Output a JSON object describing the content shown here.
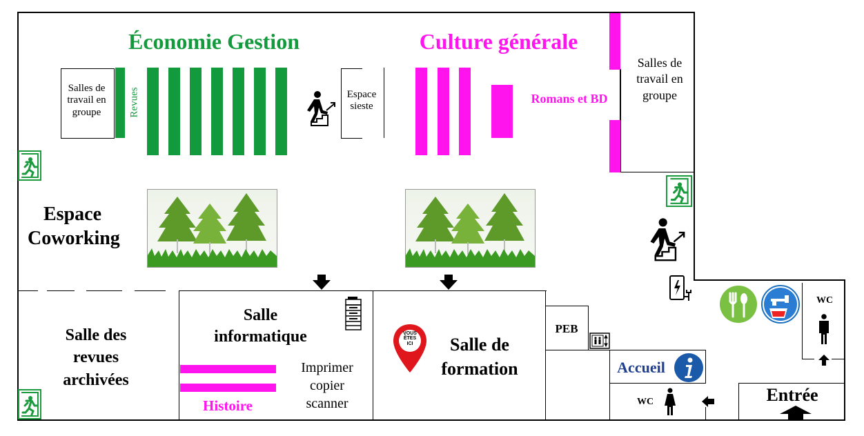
{
  "sections": {
    "economie": "Économie Gestion",
    "culture": "Culture générale",
    "revues": "Revues",
    "romans": "Romans et BD",
    "histoire": "Histoire"
  },
  "rooms": {
    "salles_groupe_left": "Salles de travail en groupe",
    "salles_groupe_right": "Salles de travail en groupe",
    "espace_sieste": "Espace sieste",
    "coworking": "Espace Coworking",
    "revues_archivees": "Salle des revues archivées",
    "informatique": "Salle informatique",
    "imprimer": "Imprimer copier scanner",
    "formation": "Salle de formation",
    "peb": "PEB",
    "accueil": "Accueil",
    "wc_top": "WC",
    "wc_bottom": "WC",
    "entree": "Entrée"
  },
  "markers": {
    "vous_etes_ici": "VOUS ÊTES ICI"
  },
  "colors": {
    "green": "#139a3c",
    "magenta": "#ff14ee",
    "accueil_blue": "#1f3f8f",
    "info_blue": "#1a5aa8",
    "pin_red": "#e0161d"
  }
}
